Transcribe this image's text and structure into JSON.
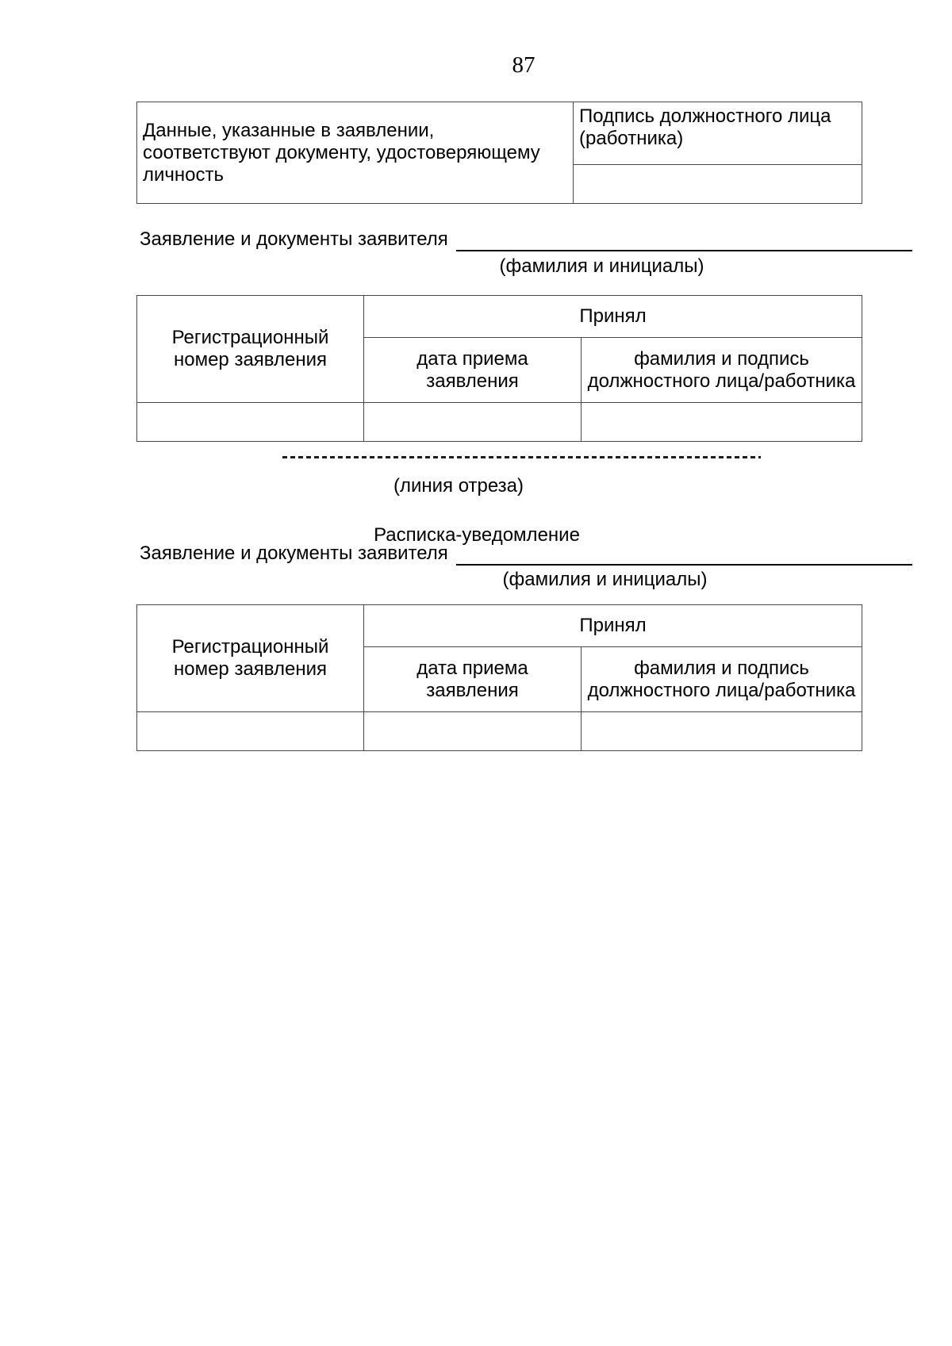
{
  "page": {
    "number": "87"
  },
  "verification_table": {
    "statement": "Данные, указанные в заявлении, соответствуют документу, удостоверяющему личность",
    "signature_header": "Подпись должностного лица (работника)"
  },
  "applicant_line": {
    "label": "Заявление и документы заявителя",
    "caption": "(фамилия и инициалы)"
  },
  "registration_table": {
    "reg_number_header": "Регистрационный номер заявления",
    "accepted_header": "Принял",
    "date_header": "дата приема заявления",
    "signature_header": "фамилия и подпись должностного лица/работника"
  },
  "cut_line_caption": "(линия отреза)",
  "receipt_title": "Расписка-уведомление",
  "colors": {
    "background": "#ffffff",
    "text": "#000000",
    "border": "#474747"
  }
}
